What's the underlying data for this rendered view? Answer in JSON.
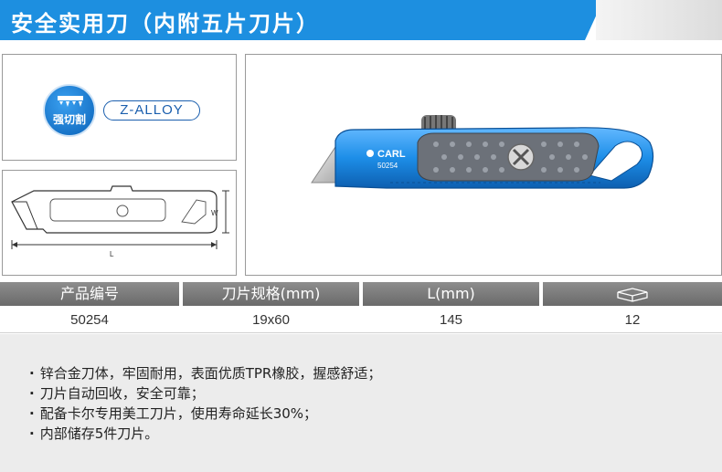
{
  "header": {
    "title": "安全实用刀（内附五片刀片）"
  },
  "feature": {
    "badge_icon": "strong-cut-icon",
    "badge_label": "强切割",
    "material": "Z-ALLOY"
  },
  "diagram": {
    "width_label": "W",
    "length_label": "L"
  },
  "product": {
    "brand": "CARL",
    "model": "50254",
    "colors": {
      "body": "#1d8ee8",
      "grip": "#6c7179"
    }
  },
  "table": {
    "headers": [
      "产品编号",
      "刀片规格(mm)",
      "L(mm)",
      ""
    ],
    "header_icons": {
      "4": "package-box-icon"
    },
    "row": [
      "50254",
      "19x60",
      "145",
      "12"
    ]
  },
  "description": [
    "锌合金刀体，牢固耐用，表面优质TPR橡胶，握感舒适；",
    "刀片自动回收，安全可靠；",
    "配备卡尔专用美工刀片，使用寿命延长30%；",
    "内部储存5件刀片。"
  ]
}
